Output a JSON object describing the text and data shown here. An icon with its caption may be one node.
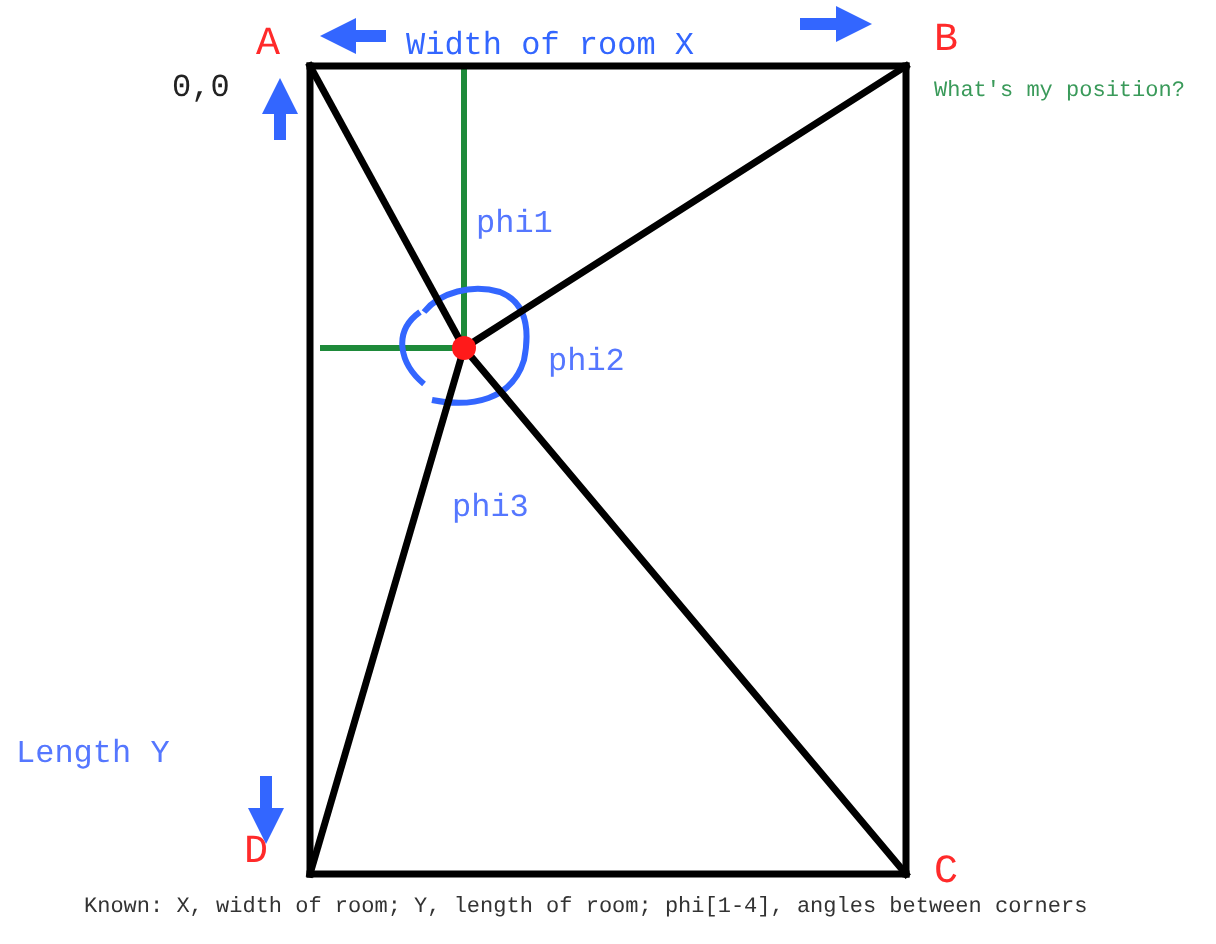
{
  "diagram": {
    "caption": "Known: X, width of room; Y, length of room; phi[1-4], angles between corners",
    "nodes": [
      {
        "text": [
          "A"
        ]
      },
      {
        "text": [
          "B"
        ]
      },
      {
        "text": [
          "C"
        ]
      },
      {
        "text": [
          "D"
        ]
      },
      {
        "text": [],
        "shape": "circle"
      }
    ],
    "edges": [
      {
        "from": 0,
        "to": 1,
        "arrow": "none"
      },
      {
        "from": 1,
        "to": 2,
        "arrow": "none"
      },
      {
        "from": 2,
        "to": 3,
        "arrow": "none"
      },
      {
        "from": 3,
        "to": 0,
        "arrow": "none"
      },
      {
        "from": 4,
        "to": 0,
        "arrow": "none"
      },
      {
        "from": 4,
        "to": 1,
        "arrow": "none"
      },
      {
        "from": 4,
        "to": 2,
        "arrow": "none"
      },
      {
        "from": 4,
        "to": 3,
        "arrow": "none"
      }
    ],
    "labels": [
      "Width of room X",
      "0,0",
      "What's my position?",
      "phi1",
      "phi2",
      "phi3",
      "Length Y"
    ]
  }
}
